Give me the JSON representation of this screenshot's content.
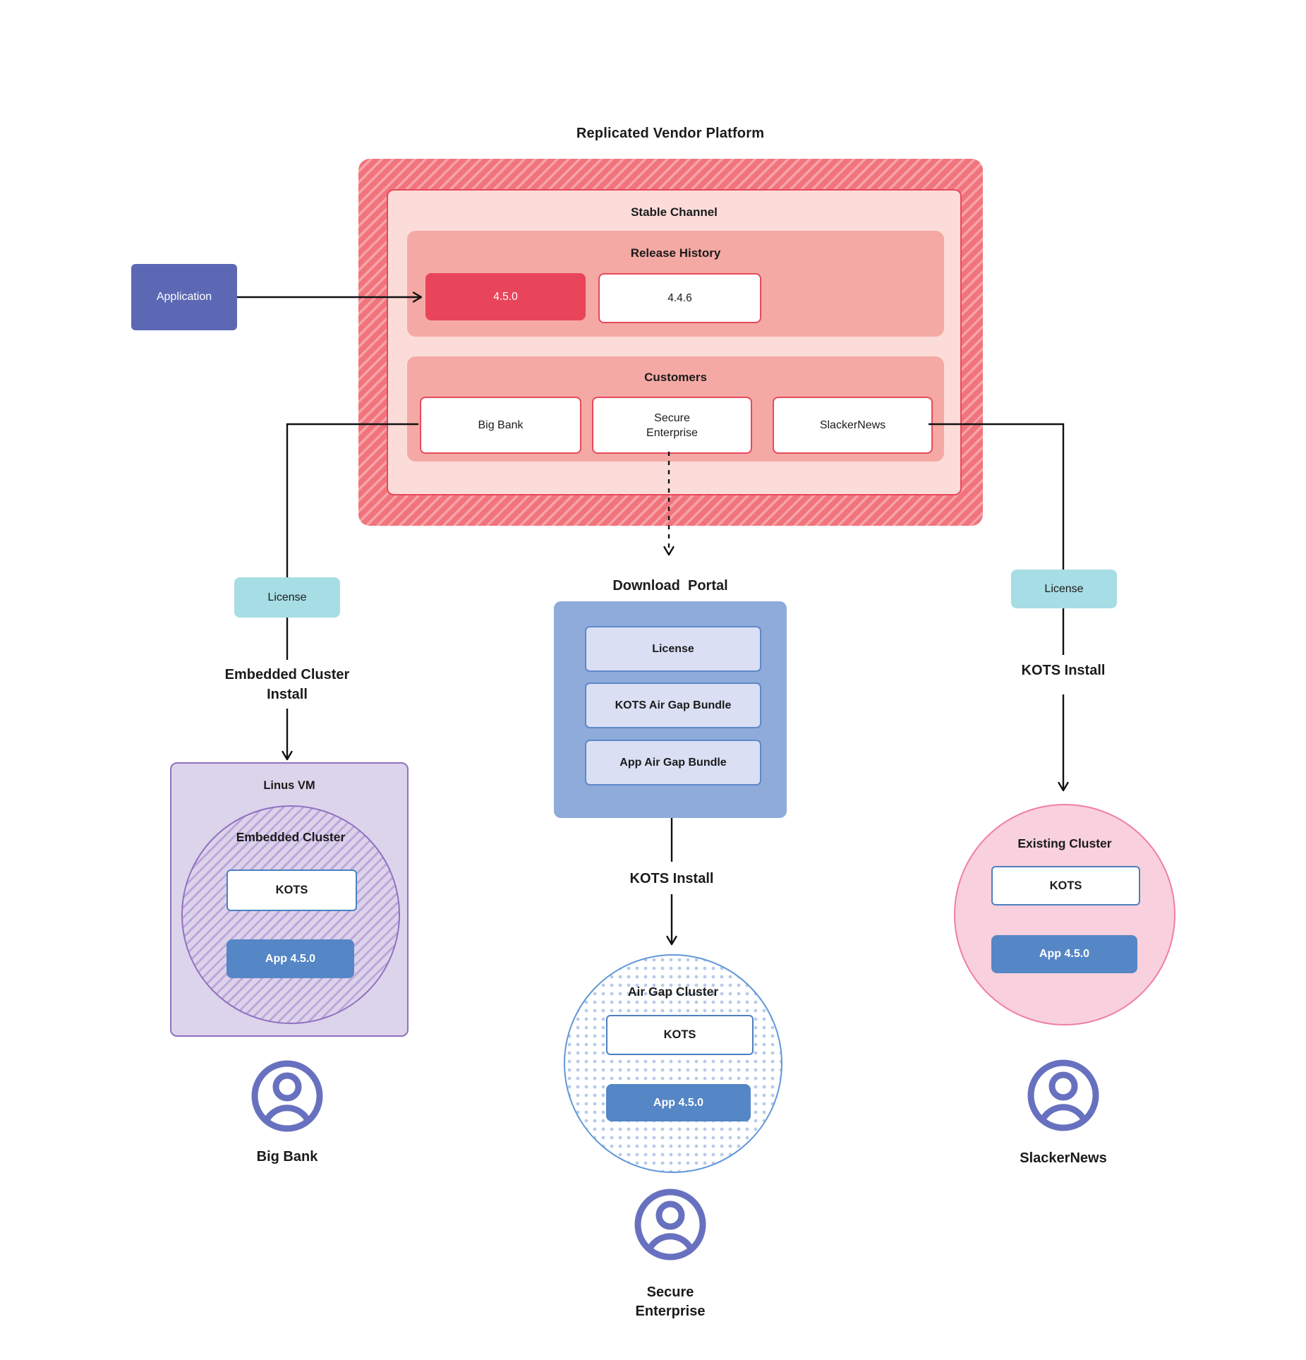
{
  "title": "Replicated Vendor Platform",
  "vendor_platform": {
    "stable_channel": {
      "label": "Stable Channel",
      "release_history": {
        "label": "Release History",
        "current_release": "4.5.0",
        "previous_release": "4.4.6"
      },
      "customers": {
        "label": "Customers",
        "big_bank": "Big Bank",
        "secure_enterprise": "Secure Enterprise",
        "slackernews": "SlackerNews"
      }
    }
  },
  "application": {
    "label": "Application"
  },
  "big_bank_flow": {
    "license_label": "License",
    "install_line1": "Embedded Cluster",
    "install_line2": "Install",
    "vm_label": "Linus VM",
    "cluster_label": "Embedded Cluster",
    "kots_label": "KOTS",
    "app_label": "App 4.5.0",
    "persona": "Big Bank"
  },
  "secure_enterprise_flow": {
    "portal_title": "Download  Portal",
    "portal_items": [
      "License",
      "KOTS Air Gap Bundle",
      "App Air Gap Bundle"
    ],
    "install_label": "KOTS Install",
    "cluster_label": "Air Gap Cluster",
    "kots_label": "KOTS",
    "app_label": "App 4.5.0",
    "persona": "Secure Enterprise"
  },
  "slackernews_flow": {
    "license_label": "License",
    "install_label": "KOTS Install",
    "cluster_label": "Existing Cluster",
    "kots_label": "KOTS",
    "app_label": "App 4.5.0",
    "persona": "SlackerNews"
  },
  "colors": {
    "platform_hatch_base": "#F1747D",
    "platform_hatch_stripe": "#F7A3A8",
    "stable_channel_bg": "#FBDCD9",
    "channel_border": "#E8485C",
    "section_bg": "#F5A9A4",
    "release_current_bg": "#E8455B",
    "application_bg": "#5D68B5",
    "license_bg": "#A7DDE5",
    "portal_bg": "#8FABDA",
    "portal_item_bg": "#DADFF4",
    "portal_item_border": "#5E88C9",
    "vm_bg": "#DCD4EB",
    "vm_border": "#9071C0",
    "vm_hatch_stripe": "#BEA7DB",
    "kots_border": "#4C80C1",
    "app_bg": "#5586C5",
    "airgap_border": "#6197D8",
    "airgap_dot": "#B5CBEA",
    "existing_bg": "#F9D0DD",
    "existing_border": "#F07EA5",
    "persona_icon": "#6771BF",
    "connector": "#111111"
  }
}
